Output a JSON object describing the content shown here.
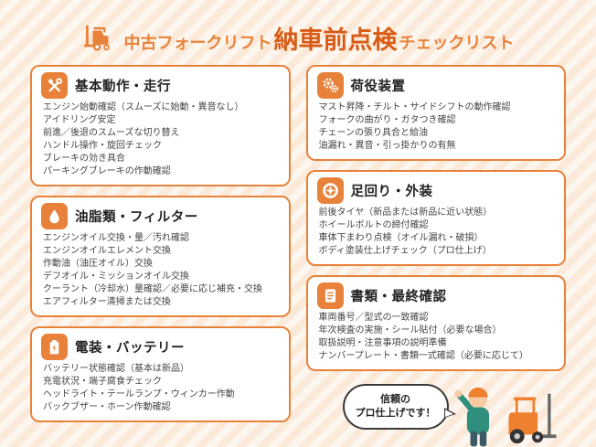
{
  "header": {
    "title_prefix": "中古フォークリフト",
    "title_main": "納車前点検",
    "title_suffix": "チェックリスト"
  },
  "cards": [
    {
      "title": "基本動作・走行",
      "icon": "wrench-icon",
      "items": [
        "エンジン始動確認（スムーズに始動・異音なし）",
        "アイドリング安定",
        "前進／後退のスムーズな切り替え",
        "ハンドル操作・旋回チェック",
        "ブレーキの効き具合",
        "パーキングブレーキの作動確認"
      ]
    },
    {
      "title": "油脂類・フィルター",
      "icon": "oil-drop-icon",
      "items": [
        "エンジンオイル交換・量／汚れ確認",
        "エンジンオイルエレメント交換",
        "作動油（油圧オイル）交換",
        "デフオイル・ミッションオイル交換",
        "クーラント（冷却水）量確認／必要に応じ補充・交換",
        "エアフィルター清掃または交換"
      ]
    },
    {
      "title": "電装・バッテリー",
      "icon": "battery-icon",
      "items": [
        "バッテリー状態確認（基本は新品）",
        "充電状況・端子腐食チェック",
        "ヘッドライト・テールランプ・ウィンカー作動",
        "バックブザー・ホーン作動確認"
      ]
    },
    {
      "title": "荷役装置",
      "icon": "gear-icon",
      "items": [
        "マスト昇降・チルト・サイドシフトの動作確認",
        "フォークの曲がり・ガタつき確認",
        "チェーンの張り具合と給油",
        "油漏れ・異音・引っ掛かりの有無"
      ]
    },
    {
      "title": "足回り・外装",
      "icon": "tire-icon",
      "items": [
        "前後タイヤ（新品または新品に近い状態）",
        "ホイールボルトの締付確認",
        "車体下まわり点検（オイル漏れ・破損）",
        "ボディ塗装仕上げチェック（プロ仕上げ）"
      ]
    },
    {
      "title": "書類・最終確認",
      "icon": "document-icon",
      "items": [
        "車両番号／型式の一致確認",
        "年次検査の実施・シール貼付（必要な場合）",
        "取扱説明・注意事項の説明準備",
        "ナンバープレート・書類一式確認（必要に応じて）"
      ]
    }
  ],
  "bubble": {
    "line1": "信頼の",
    "line2": "プロ仕上げです！"
  },
  "colors": {
    "accent": "#e8823a",
    "title_main": "#d85c17",
    "text": "#444444",
    "bubble_border": "#3a3a3a"
  }
}
